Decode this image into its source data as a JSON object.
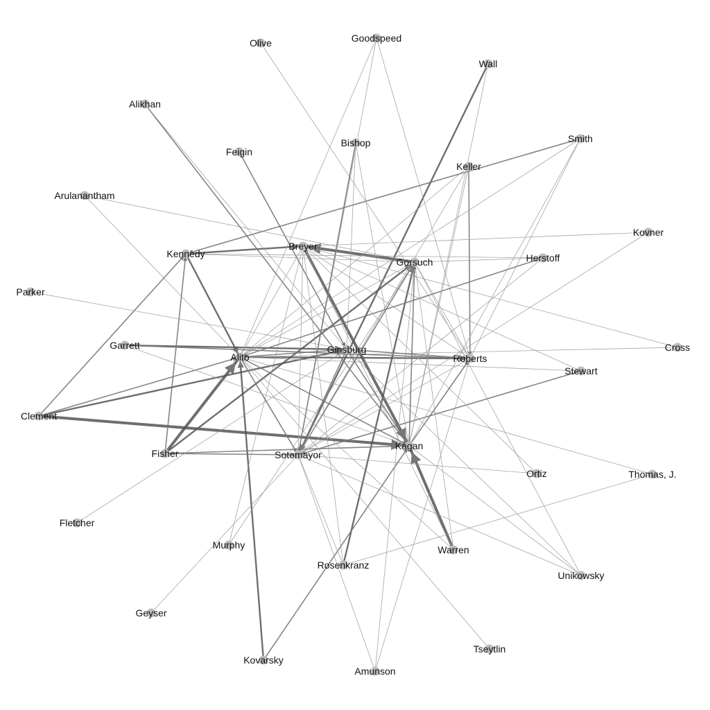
{
  "colors": {
    "node": "#bdbdbd",
    "edge_light": "#9a9a9a",
    "edge_dark": "#444444",
    "label": "#111111"
  },
  "nodes": [
    {
      "id": "Olive",
      "label": "Olive"
    },
    {
      "id": "Goodspeed",
      "label": "Goodspeed"
    },
    {
      "id": "Wall",
      "label": "Wall"
    },
    {
      "id": "Alikhan",
      "label": "Alikhan"
    },
    {
      "id": "Bishop",
      "label": "Bishop"
    },
    {
      "id": "Feigin",
      "label": "Feigin"
    },
    {
      "id": "Smith",
      "label": "Smith"
    },
    {
      "id": "Keller",
      "label": "Keller"
    },
    {
      "id": "Arulanantham",
      "label": "Arulanantham"
    },
    {
      "id": "Kovner",
      "label": "Kovner"
    },
    {
      "id": "Breyer",
      "label": "Breyer"
    },
    {
      "id": "Kennedy",
      "label": "Kennedy"
    },
    {
      "id": "Gorsuch",
      "label": "Gorsuch"
    },
    {
      "id": "Herstoff",
      "label": "Herstoff"
    },
    {
      "id": "Parker",
      "label": "Parker"
    },
    {
      "id": "Garrett",
      "label": "Garrett"
    },
    {
      "id": "Ginsburg",
      "label": "Ginsburg"
    },
    {
      "id": "Alito",
      "label": "Alito"
    },
    {
      "id": "Roberts",
      "label": "Roberts"
    },
    {
      "id": "Cross",
      "label": "Cross"
    },
    {
      "id": "Stewart",
      "label": "Stewart"
    },
    {
      "id": "Clement",
      "label": "Clement"
    },
    {
      "id": "Kagan",
      "label": "Kagan"
    },
    {
      "id": "Fisher",
      "label": "Fisher"
    },
    {
      "id": "Sotomayor",
      "label": "Sotomayor"
    },
    {
      "id": "Ortiz",
      "label": "Ortiz"
    },
    {
      "id": "Thomas",
      "label": "Thomas, J."
    },
    {
      "id": "Fletcher",
      "label": "Fletcher"
    },
    {
      "id": "Murphy",
      "label": "Murphy"
    },
    {
      "id": "Warren",
      "label": "Warren"
    },
    {
      "id": "Rosenkranz",
      "label": "Rosenkranz"
    },
    {
      "id": "Unikowsky",
      "label": "Unikowsky"
    },
    {
      "id": "Geyser",
      "label": "Geyser"
    },
    {
      "id": "Kovarsky",
      "label": "Kovarsky"
    },
    {
      "id": "Amunson",
      "label": "Amunson"
    },
    {
      "id": "Tseytlin",
      "label": "Tseytlin"
    }
  ],
  "edges": [
    [
      "Breyer",
      "Kagan",
      4
    ],
    [
      "Gorsuch",
      "Breyer",
      4
    ],
    [
      "Fisher",
      "Alito",
      4
    ],
    [
      "Clement",
      "Kagan",
      4
    ],
    [
      "Warren",
      "Kagan",
      4
    ],
    [
      "Rosenkranz",
      "Gorsuch",
      3
    ],
    [
      "Kovarsky",
      "Alito",
      3
    ],
    [
      "Wall",
      "Sotomayor",
      3
    ],
    [
      "Kennedy",
      "Breyer",
      3
    ],
    [
      "Kennedy",
      "Alito",
      3
    ],
    [
      "Alito",
      "Roberts",
      3
    ],
    [
      "Garrett",
      "Ginsburg",
      3
    ],
    [
      "Clement",
      "Ginsburg",
      3
    ],
    [
      "Fisher",
      "Gorsuch",
      3
    ],
    [
      "Fisher",
      "Kagan",
      2
    ],
    [
      "Fisher",
      "Sotomayor",
      2
    ],
    [
      "Smith",
      "Kennedy",
      2
    ],
    [
      "Keller",
      "Roberts",
      2
    ],
    [
      "Alikhan",
      "Kagan",
      2
    ],
    [
      "Alikhan",
      "Ginsburg",
      1
    ],
    [
      "Feigin",
      "Ginsburg",
      2
    ],
    [
      "Olive",
      "Roberts",
      1
    ],
    [
      "Goodspeed",
      "Alito",
      1
    ],
    [
      "Goodspeed",
      "Roberts",
      1
    ],
    [
      "Goodspeed",
      "Sotomayor",
      1
    ],
    [
      "Bishop",
      "Sotomayor",
      2
    ],
    [
      "Bishop",
      "Ginsburg",
      1
    ],
    [
      "Bishop",
      "Kagan",
      1
    ],
    [
      "Arulanantham",
      "Gorsuch",
      1
    ],
    [
      "Arulanantham",
      "Alito",
      1
    ],
    [
      "Parker",
      "Ginsburg",
      1
    ],
    [
      "Kovner",
      "Breyer",
      1
    ],
    [
      "Kovner",
      "Sotomayor",
      1
    ],
    [
      "Herstoff",
      "Gorsuch",
      1
    ],
    [
      "Herstoff",
      "Alito",
      2
    ],
    [
      "Herstoff",
      "Sotomayor",
      1
    ],
    [
      "Cross",
      "Breyer",
      1
    ],
    [
      "Cross",
      "Alito",
      1
    ],
    [
      "Stewart",
      "Alito",
      1
    ],
    [
      "Stewart",
      "Breyer",
      1
    ],
    [
      "Stewart",
      "Sotomayor",
      2
    ],
    [
      "Ortiz",
      "Sotomayor",
      1
    ],
    [
      "Ortiz",
      "Breyer",
      1
    ],
    [
      "Thomas",
      "Alito",
      1
    ],
    [
      "Thomas",
      "Rosenkranz",
      1
    ],
    [
      "Fletcher",
      "Ginsburg",
      1
    ],
    [
      "Murphy",
      "Gorsuch",
      1
    ],
    [
      "Murphy",
      "Breyer",
      1
    ],
    [
      "Geyser",
      "Sotomayor",
      1
    ],
    [
      "Kovarsky",
      "Kagan",
      2
    ],
    [
      "Amunson",
      "Gorsuch",
      1
    ],
    [
      "Amunson",
      "Sotomayor",
      1
    ],
    [
      "Amunson",
      "Roberts",
      1
    ],
    [
      "Tseytlin",
      "Alito",
      1
    ],
    [
      "Unikowsky",
      "Sotomayor",
      1
    ],
    [
      "Unikowsky",
      "Ginsburg",
      1
    ],
    [
      "Unikowsky",
      "Gorsuch",
      1
    ],
    [
      "Unikowsky",
      "Kagan",
      1
    ],
    [
      "Warren",
      "Alito",
      1
    ],
    [
      "Warren",
      "Gorsuch",
      1
    ],
    [
      "Warren",
      "Breyer",
      1
    ],
    [
      "Rosenkranz",
      "Sotomayor",
      1
    ],
    [
      "Rosenkranz",
      "Breyer",
      1
    ],
    [
      "Fisher",
      "Kennedy",
      2
    ],
    [
      "Clement",
      "Kennedy",
      2
    ],
    [
      "Clement",
      "Alito",
      2
    ],
    [
      "Sotomayor",
      "Roberts",
      1
    ],
    [
      "Sotomayor",
      "Gorsuch",
      2
    ],
    [
      "Sotomayor",
      "Breyer",
      1
    ],
    [
      "Ginsburg",
      "Kagan",
      2
    ],
    [
      "Kagan",
      "Gorsuch",
      2
    ],
    [
      "Kagan",
      "Roberts",
      2
    ],
    [
      "Alito",
      "Gorsuch",
      1
    ],
    [
      "Alito",
      "Ginsburg",
      2
    ],
    [
      "Alito",
      "Kagan",
      2
    ],
    [
      "Alito",
      "Sotomayor",
      2
    ],
    [
      "Ginsburg",
      "Roberts",
      2
    ],
    [
      "Ginsburg",
      "Sotomayor",
      2
    ],
    [
      "Breyer",
      "Roberts",
      1
    ],
    [
      "Breyer",
      "Alito",
      1
    ],
    [
      "Gorsuch",
      "Roberts",
      1
    ],
    [
      "Keller",
      "Kagan",
      1
    ],
    [
      "Keller",
      "Alito",
      1
    ],
    [
      "Keller",
      "Sotomayor",
      1
    ],
    [
      "Smith",
      "Roberts",
      1
    ],
    [
      "Smith",
      "Kagan",
      1
    ],
    [
      "Smith",
      "Alito",
      1
    ],
    [
      "Wall",
      "Kagan",
      1
    ],
    [
      "Garrett",
      "Roberts",
      2
    ],
    [
      "Garrett",
      "Kagan",
      1
    ],
    [
      "Kennedy",
      "Gorsuch",
      1
    ],
    [
      "Herstoff",
      "Kennedy",
      1
    ]
  ]
}
